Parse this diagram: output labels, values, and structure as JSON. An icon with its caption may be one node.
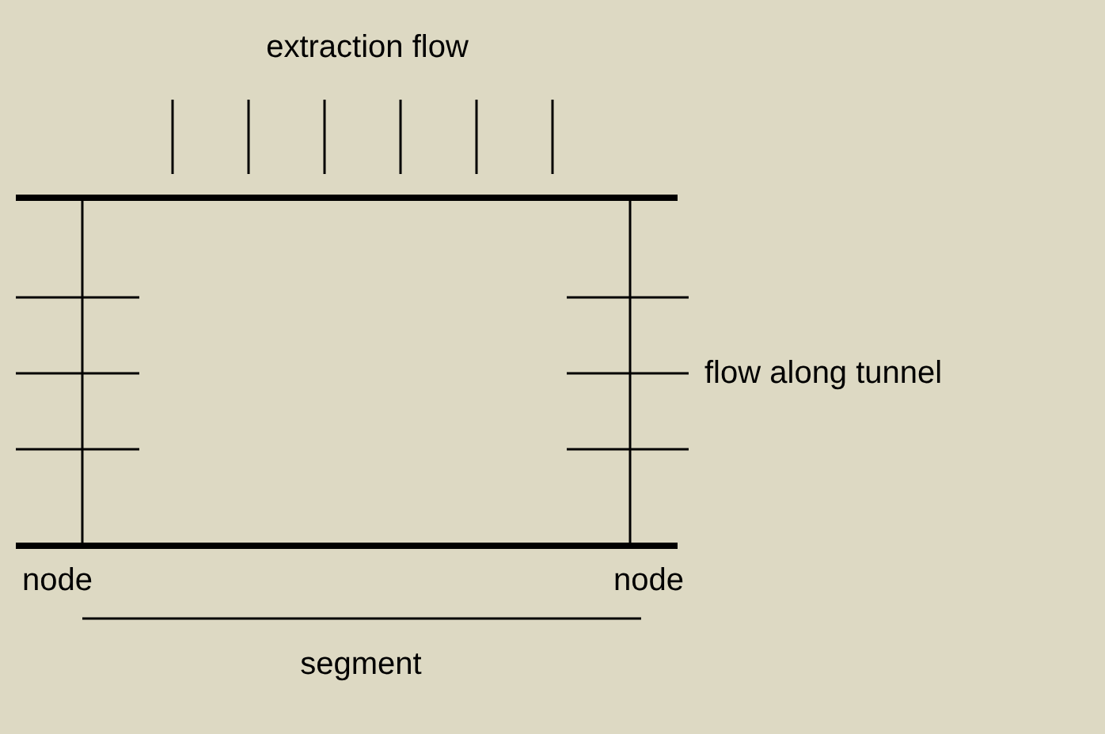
{
  "diagram": {
    "labels": [
      "extraction flow",
      "flow along tunnel",
      "node",
      "node",
      "segment"
    ]
  }
}
